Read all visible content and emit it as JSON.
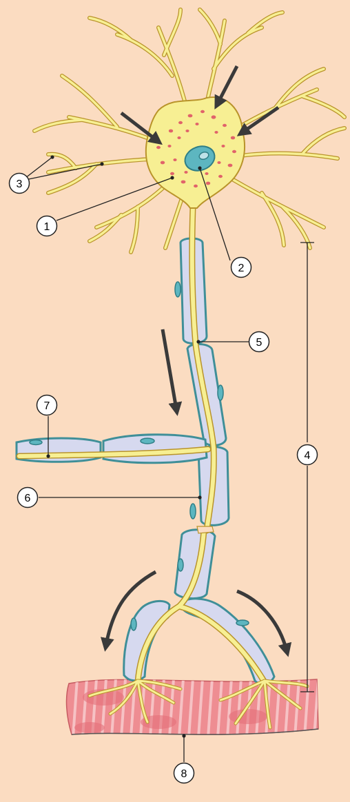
{
  "colors": {
    "background": "#fbdcc1",
    "neuron_fill": "#f7ef93",
    "neuron_stroke": "#b9932a",
    "myelin_fill": "#d6d9ef",
    "myelin_stroke": "#3f8f98",
    "schwann_nucleus": "#5db6c0",
    "nissl": "#e1636a",
    "muscle": "#ee8d92",
    "muscle_stripes": "#f6c2c4",
    "arrow": "#3a3a3a",
    "leader_line": "#222222"
  },
  "labels": [
    {
      "id": "callout-1",
      "text": "1"
    },
    {
      "id": "callout-2",
      "text": "2"
    },
    {
      "id": "callout-3",
      "text": "3"
    },
    {
      "id": "callout-4",
      "text": "4"
    },
    {
      "id": "callout-5",
      "text": "5"
    },
    {
      "id": "callout-6",
      "text": "6"
    },
    {
      "id": "callout-7",
      "text": "7"
    },
    {
      "id": "callout-8",
      "text": "8"
    }
  ]
}
